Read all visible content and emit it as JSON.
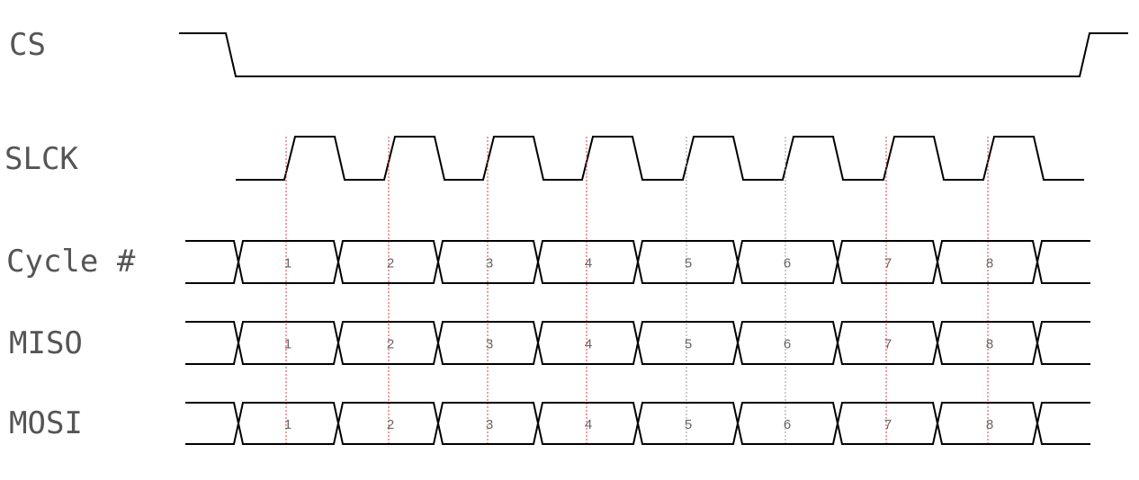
{
  "signals": {
    "cs": "CS",
    "sclk": "SLCK",
    "cycle": "Cycle #",
    "miso": "MISO",
    "mosi": "MOSI"
  },
  "cycle_numbers": [
    "1",
    "2",
    "3",
    "4",
    "5",
    "6",
    "7",
    "8"
  ],
  "miso_bits": [
    "1",
    "2",
    "3",
    "4",
    "5",
    "6",
    "7",
    "8"
  ],
  "mosi_bits": [
    "1",
    "2",
    "3",
    "4",
    "5",
    "6",
    "7",
    "8"
  ],
  "marker_colors": [
    "#e83a3a",
    "#e83a3a",
    "#e83a3a",
    "#e83a3a",
    "#999999",
    "#999999",
    "#e83a3a",
    "#e83a3a"
  ],
  "wave_color": "#000000"
}
